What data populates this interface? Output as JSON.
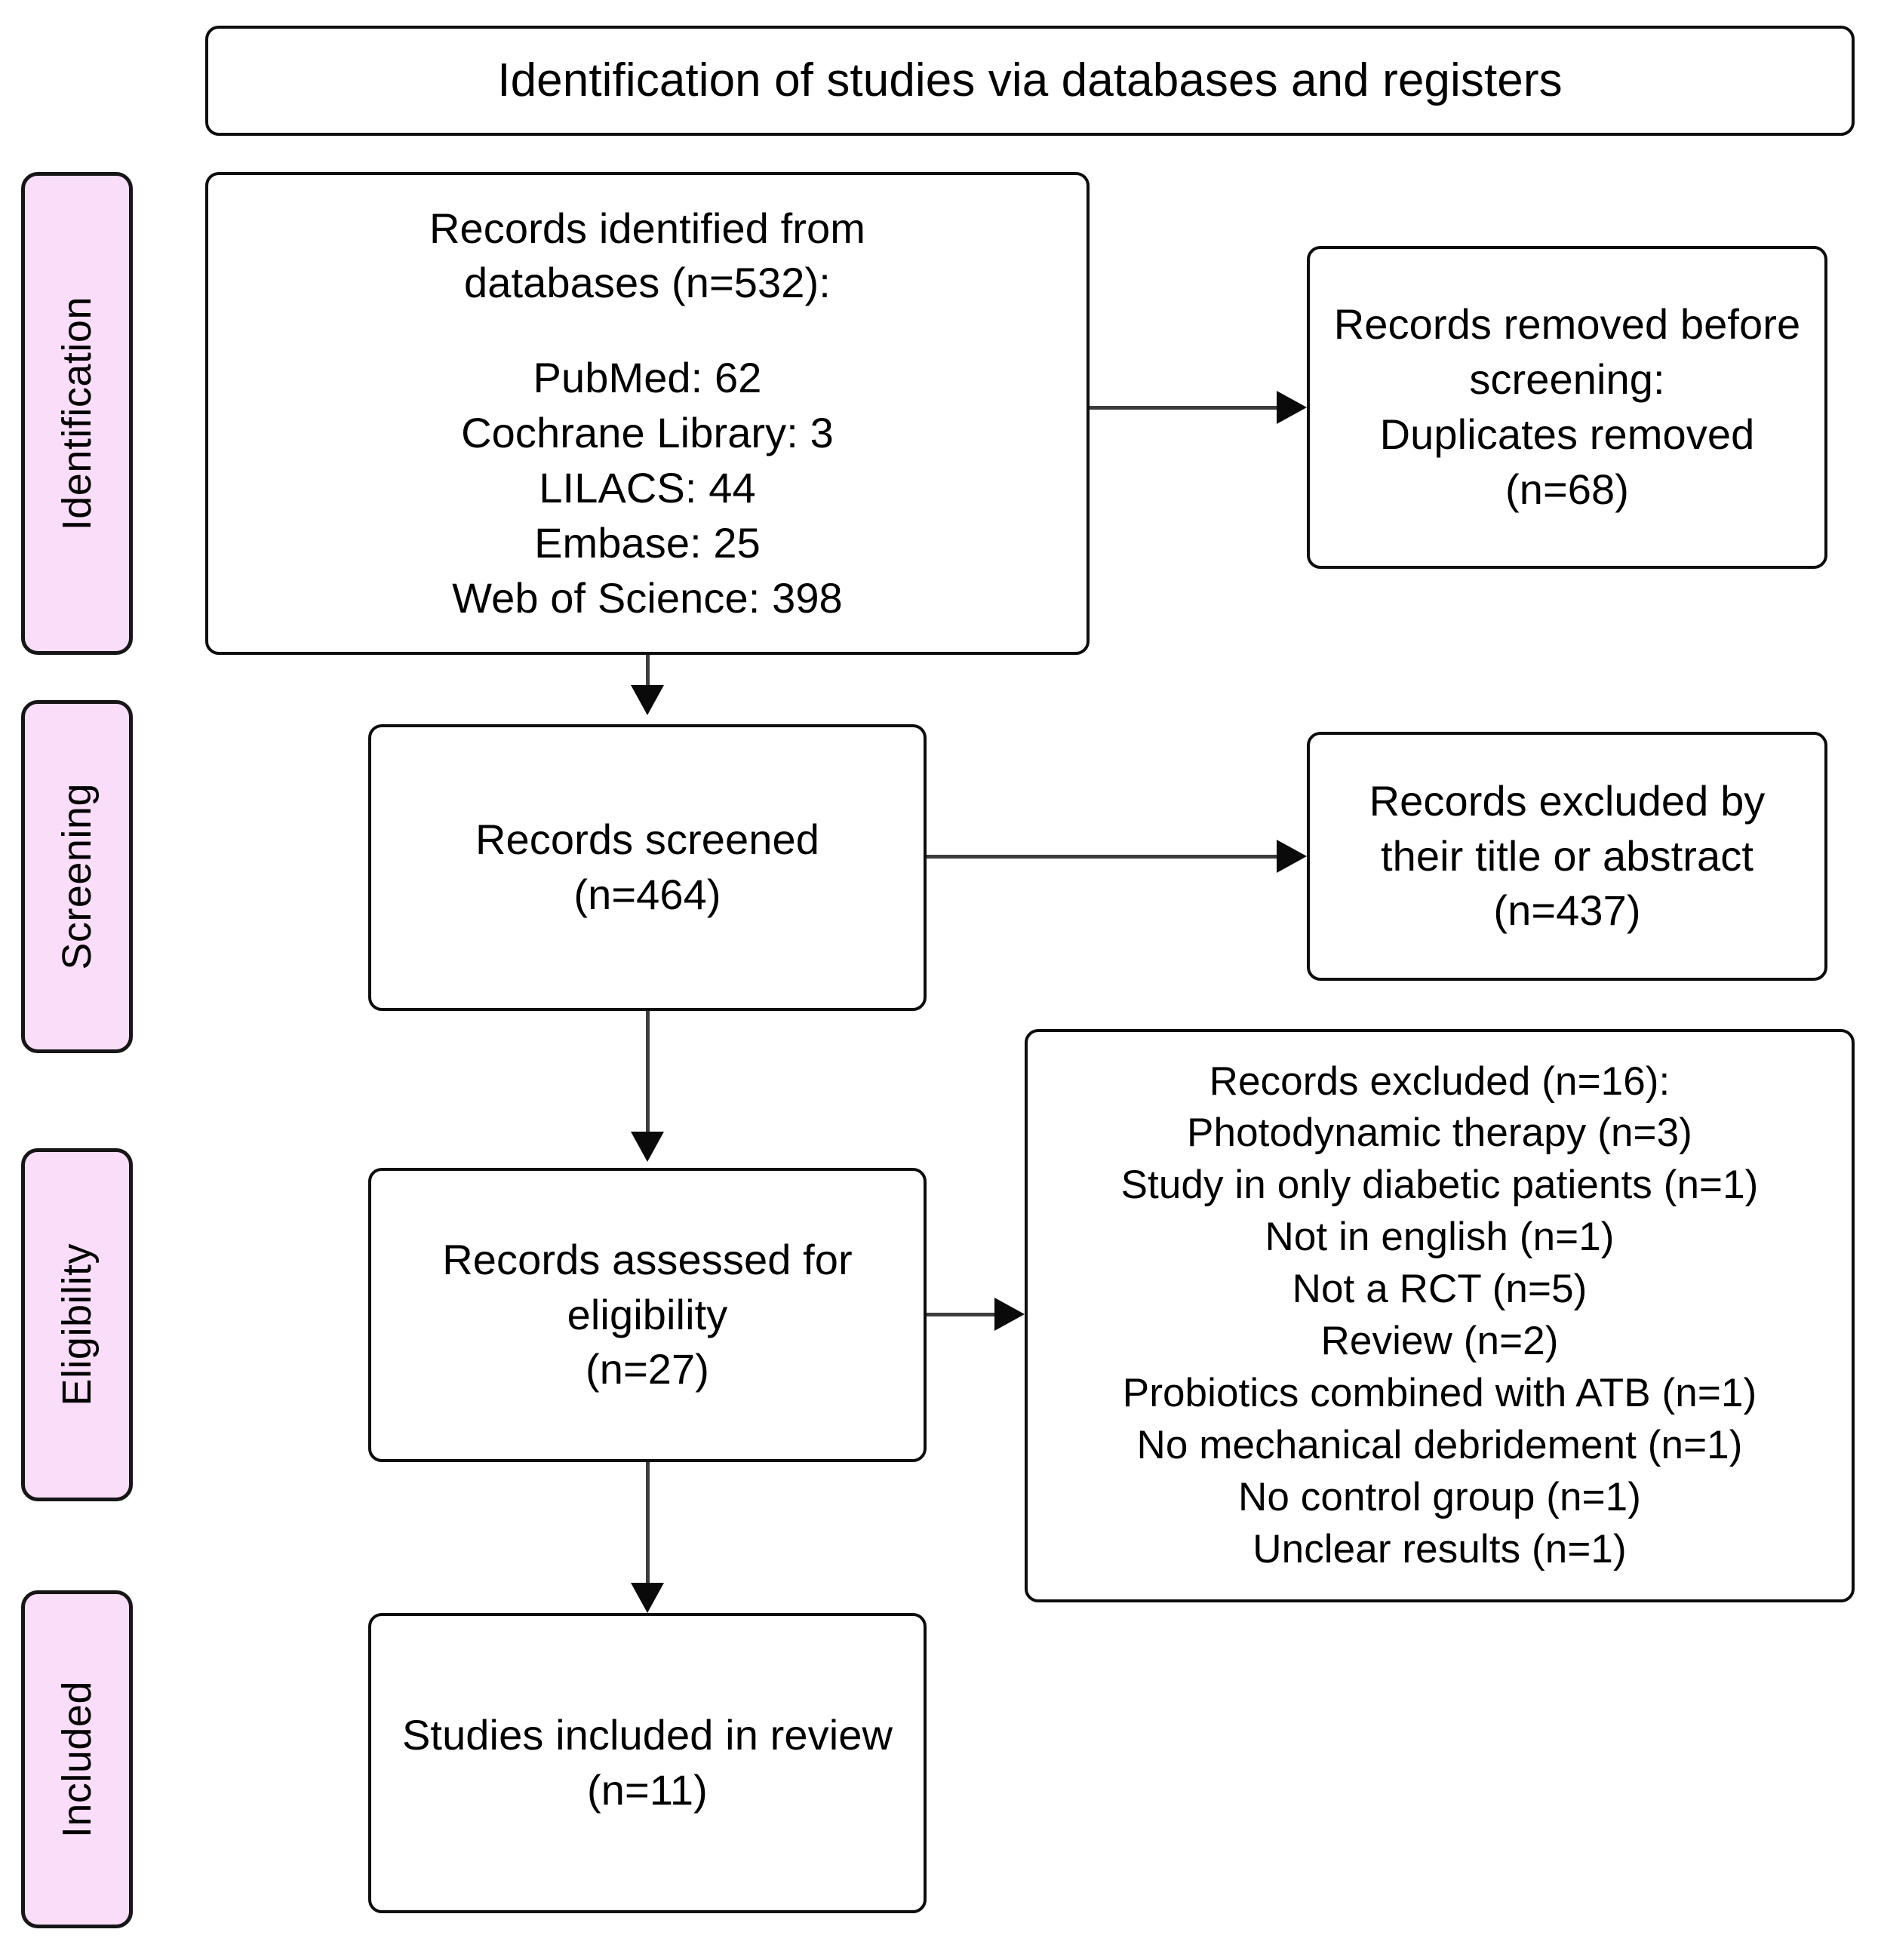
{
  "header": {
    "title": "Identification of studies via databases and registers"
  },
  "stages": [
    {
      "label": "Identification"
    },
    {
      "label": "Screening"
    },
    {
      "label": "Eligibility"
    },
    {
      "label": "Included"
    }
  ],
  "boxes": {
    "identified": {
      "title_line1": "Records identified from",
      "title_line2": "databases (n=532):",
      "sources": [
        "PubMed: 62",
        "Cochrane Library: 3",
        "LILACS: 44",
        "Embase: 25",
        "Web of Science: 398"
      ]
    },
    "removed_before_screening": {
      "line1": "Records removed before",
      "line2": "screening:",
      "line3": "Duplicates removed",
      "line4": "(n=68)"
    },
    "screened": {
      "line1": "Records screened",
      "line2": "(n=464)"
    },
    "excluded_title_abstract": {
      "line1": "Records excluded by",
      "line2": "their title or abstract",
      "line3": "(n=437)"
    },
    "assessed_eligibility": {
      "line1": "Records assessed for",
      "line2": "eligibility",
      "line3": "(n=27)"
    },
    "excluded_full": {
      "heading": "Records excluded (n=16):",
      "reasons": [
        "Photodynamic therapy (n=3)",
        "Study in only diabetic patients (n=1)",
        "Not in english (n=1)",
        "Not a RCT (n=5)",
        "Review (n=2)",
        "Probiotics combined with ATB (n=1)",
        "No mechanical debridement (n=1)",
        "No control group (n=1)",
        "Unclear results (n=1)"
      ]
    },
    "included_review": {
      "line1": "Studies included in review",
      "line2": "(n=11)"
    }
  },
  "colors": {
    "stage_fill": "#FADDF9",
    "border": "#0d0d0d",
    "connector": "#3c3c3c",
    "background": "#ffffff"
  }
}
